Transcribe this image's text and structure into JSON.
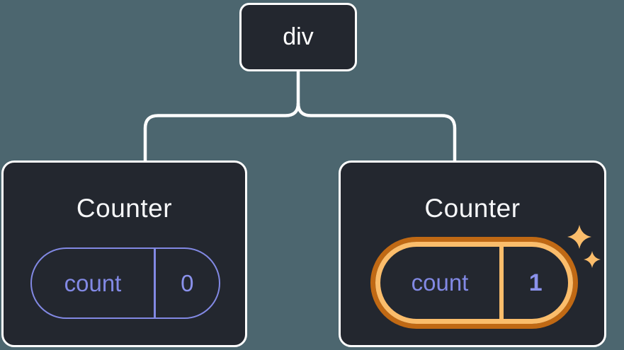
{
  "tree": {
    "root": {
      "label": "div"
    },
    "children": [
      {
        "title": "Counter",
        "state": {
          "key": "count",
          "value": "0"
        },
        "highlighted": false
      },
      {
        "title": "Counter",
        "state": {
          "key": "count",
          "value": "1"
        },
        "highlighted": true,
        "highlight_icon": "sparkles-icon"
      }
    ]
  },
  "colors": {
    "background": "#4C666F",
    "node_fill": "#23272F",
    "node_border": "#FFFFFF",
    "connector_line": "#FFFFFF",
    "title_text": "#F6F7F9",
    "state_purple": "#8289E4",
    "state_value_purple": "#8B92EC",
    "highlight_orange_dark": "#C06914",
    "highlight_orange_light": "#FBBD6B"
  }
}
